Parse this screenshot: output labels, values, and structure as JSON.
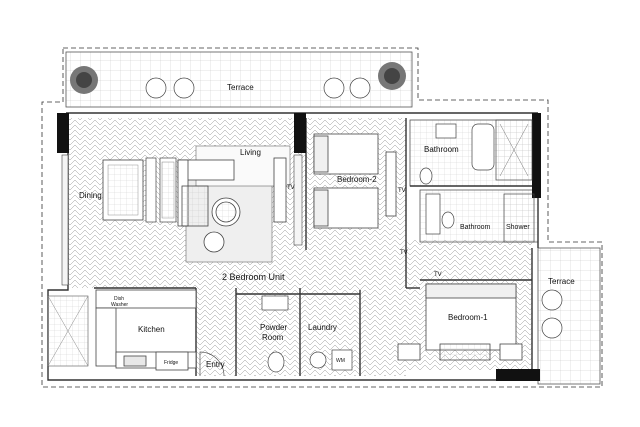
{
  "rooms": {
    "terrace_top": "Terrace",
    "living": "Living",
    "dining": "Dining",
    "bathroom_main": "Bathroom",
    "bedroom_2": "Bedroom-2",
    "bathroom_ensuite": "Bathroom",
    "shower": "Shower",
    "unit_title": "2 Bedroom Unit",
    "terrace_right": "Terrace",
    "kitchen": "Kitchen",
    "powder_room_line1": "Powder",
    "powder_room_line2": "Room",
    "laundry": "Laundry",
    "bedroom_1": "Bedroom-1",
    "entry": "Entry"
  },
  "fixtures": {
    "tv_living": "TV",
    "tv_bed2": "TV",
    "tv_bed2_lower": "TV",
    "tv_bed1": "TV",
    "dishwasher_line1": "Dish",
    "dishwasher_line2": "Washer",
    "fridge": "Fridge",
    "washing_machine": "WM"
  },
  "colors": {
    "wall": "#111111",
    "line": "#555555",
    "hatch": "#9a9a9a",
    "floor_light": "#ececec"
  }
}
